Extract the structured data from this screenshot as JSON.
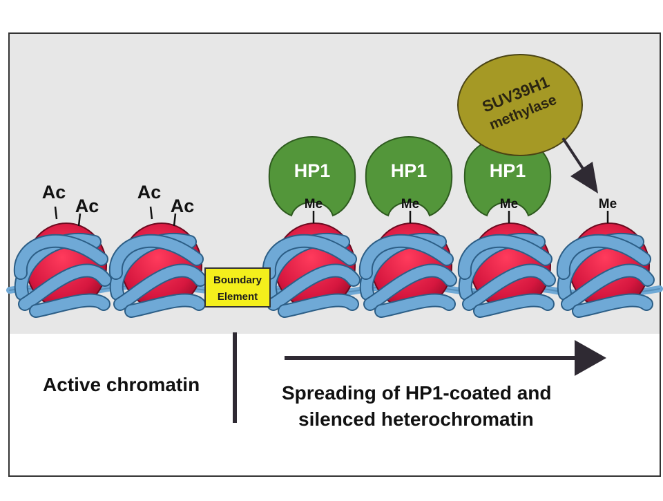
{
  "nucleosomes": [
    {
      "marks": [
        "Ac",
        "Ac"
      ]
    },
    {
      "marks": [
        "Ac",
        "Ac"
      ]
    },
    {
      "marks": [
        "Me"
      ],
      "hp1": "HP1"
    },
    {
      "marks": [
        "Me"
      ],
      "hp1": "HP1"
    },
    {
      "marks": [
        "Me"
      ],
      "hp1": "HP1"
    },
    {
      "marks": [
        "Me"
      ]
    }
  ],
  "enzyme": {
    "line1": "SUV39H1",
    "line2": "methylase"
  },
  "boundary": {
    "line1": "Boundary",
    "line2": "Element"
  },
  "captions": {
    "active": "Active chromatin",
    "spreading_line1": "Spreading of HP1-coated and",
    "spreading_line2": "silenced heterochromatin"
  },
  "colors": {
    "background_panel": "#e7e7e7",
    "histone": "#d6173f",
    "dna": "#6fa9d6",
    "hp1": "#53963a",
    "enzyme": "#a59925",
    "boundary": "#f4ef1c"
  }
}
